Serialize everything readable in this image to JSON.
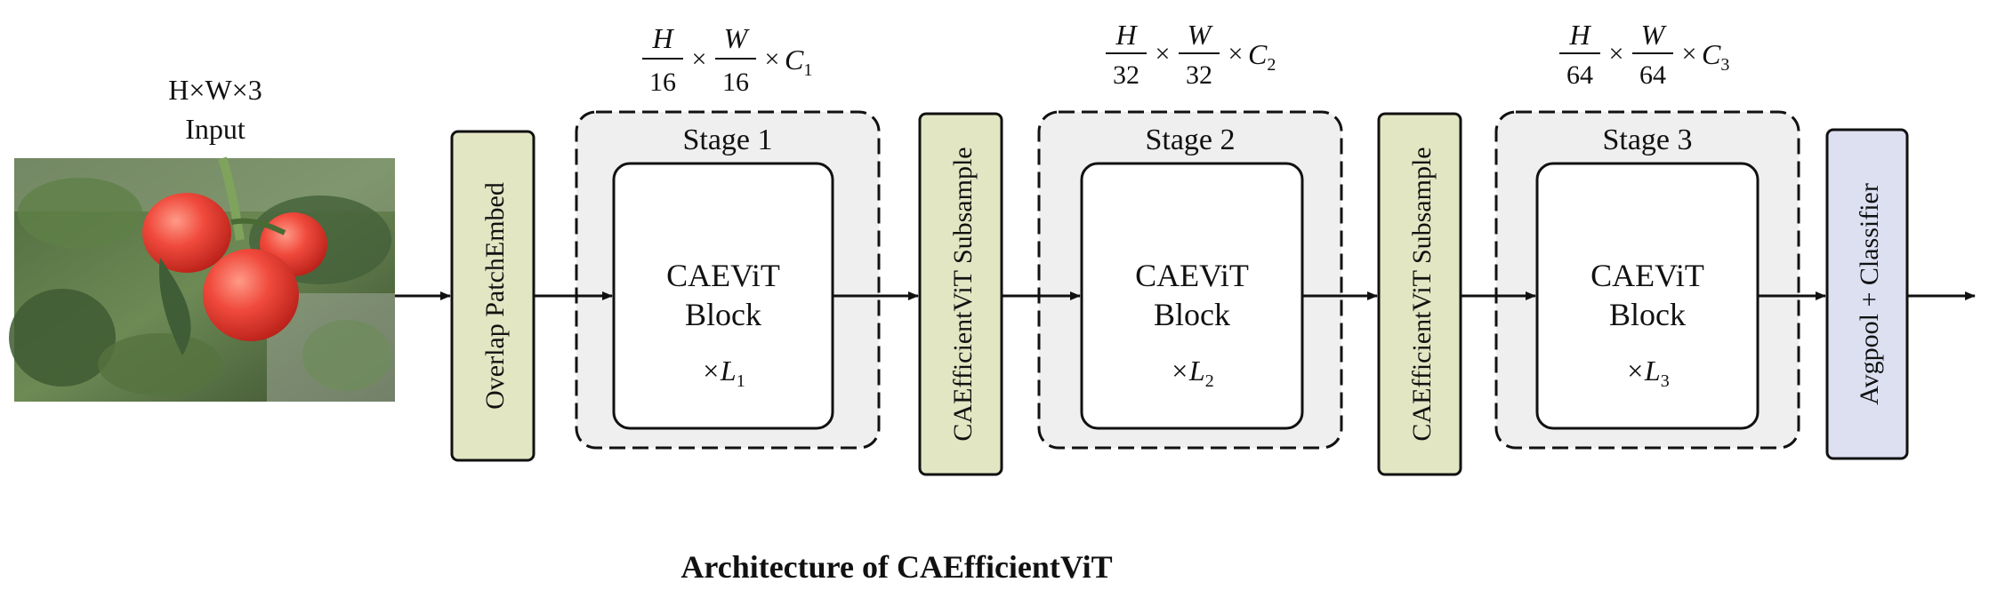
{
  "input": {
    "dims": "H×W×3",
    "label": "Input"
  },
  "embed": {
    "label": "Overlap PatchEmbed"
  },
  "subsample": {
    "label": "CAEfficientViT Subsample"
  },
  "classifier": {
    "label": "Avgpool + Classifier"
  },
  "stages": [
    {
      "title": "Stage 1",
      "block_line1": "CAEViT",
      "block_line2": "Block",
      "repeat": "×L",
      "repeat_sub": "1",
      "shape": {
        "h_num": "H",
        "h_den": "16",
        "w_num": "W",
        "w_den": "16",
        "c": "C",
        "c_sub": "1"
      }
    },
    {
      "title": "Stage 2",
      "block_line1": "CAEViT",
      "block_line2": "Block",
      "repeat": "×L",
      "repeat_sub": "2",
      "shape": {
        "h_num": "H",
        "h_den": "32",
        "w_num": "W",
        "w_den": "32",
        "c": "C",
        "c_sub": "2"
      }
    },
    {
      "title": "Stage 3",
      "block_line1": "CAEViT",
      "block_line2": "Block",
      "repeat": "×L",
      "repeat_sub": "3",
      "shape": {
        "h_num": "H",
        "h_den": "64",
        "w_num": "W",
        "w_den": "64",
        "c": "C",
        "c_sub": "3"
      }
    }
  ],
  "title": "Architecture of CAEfficientViT",
  "colors": {
    "module_fill": "#e3e6c3",
    "classifier_fill": "#dce0f1",
    "stage_fill": "#efefef",
    "block_fill": "#ffffff",
    "stroke": "#111111"
  }
}
